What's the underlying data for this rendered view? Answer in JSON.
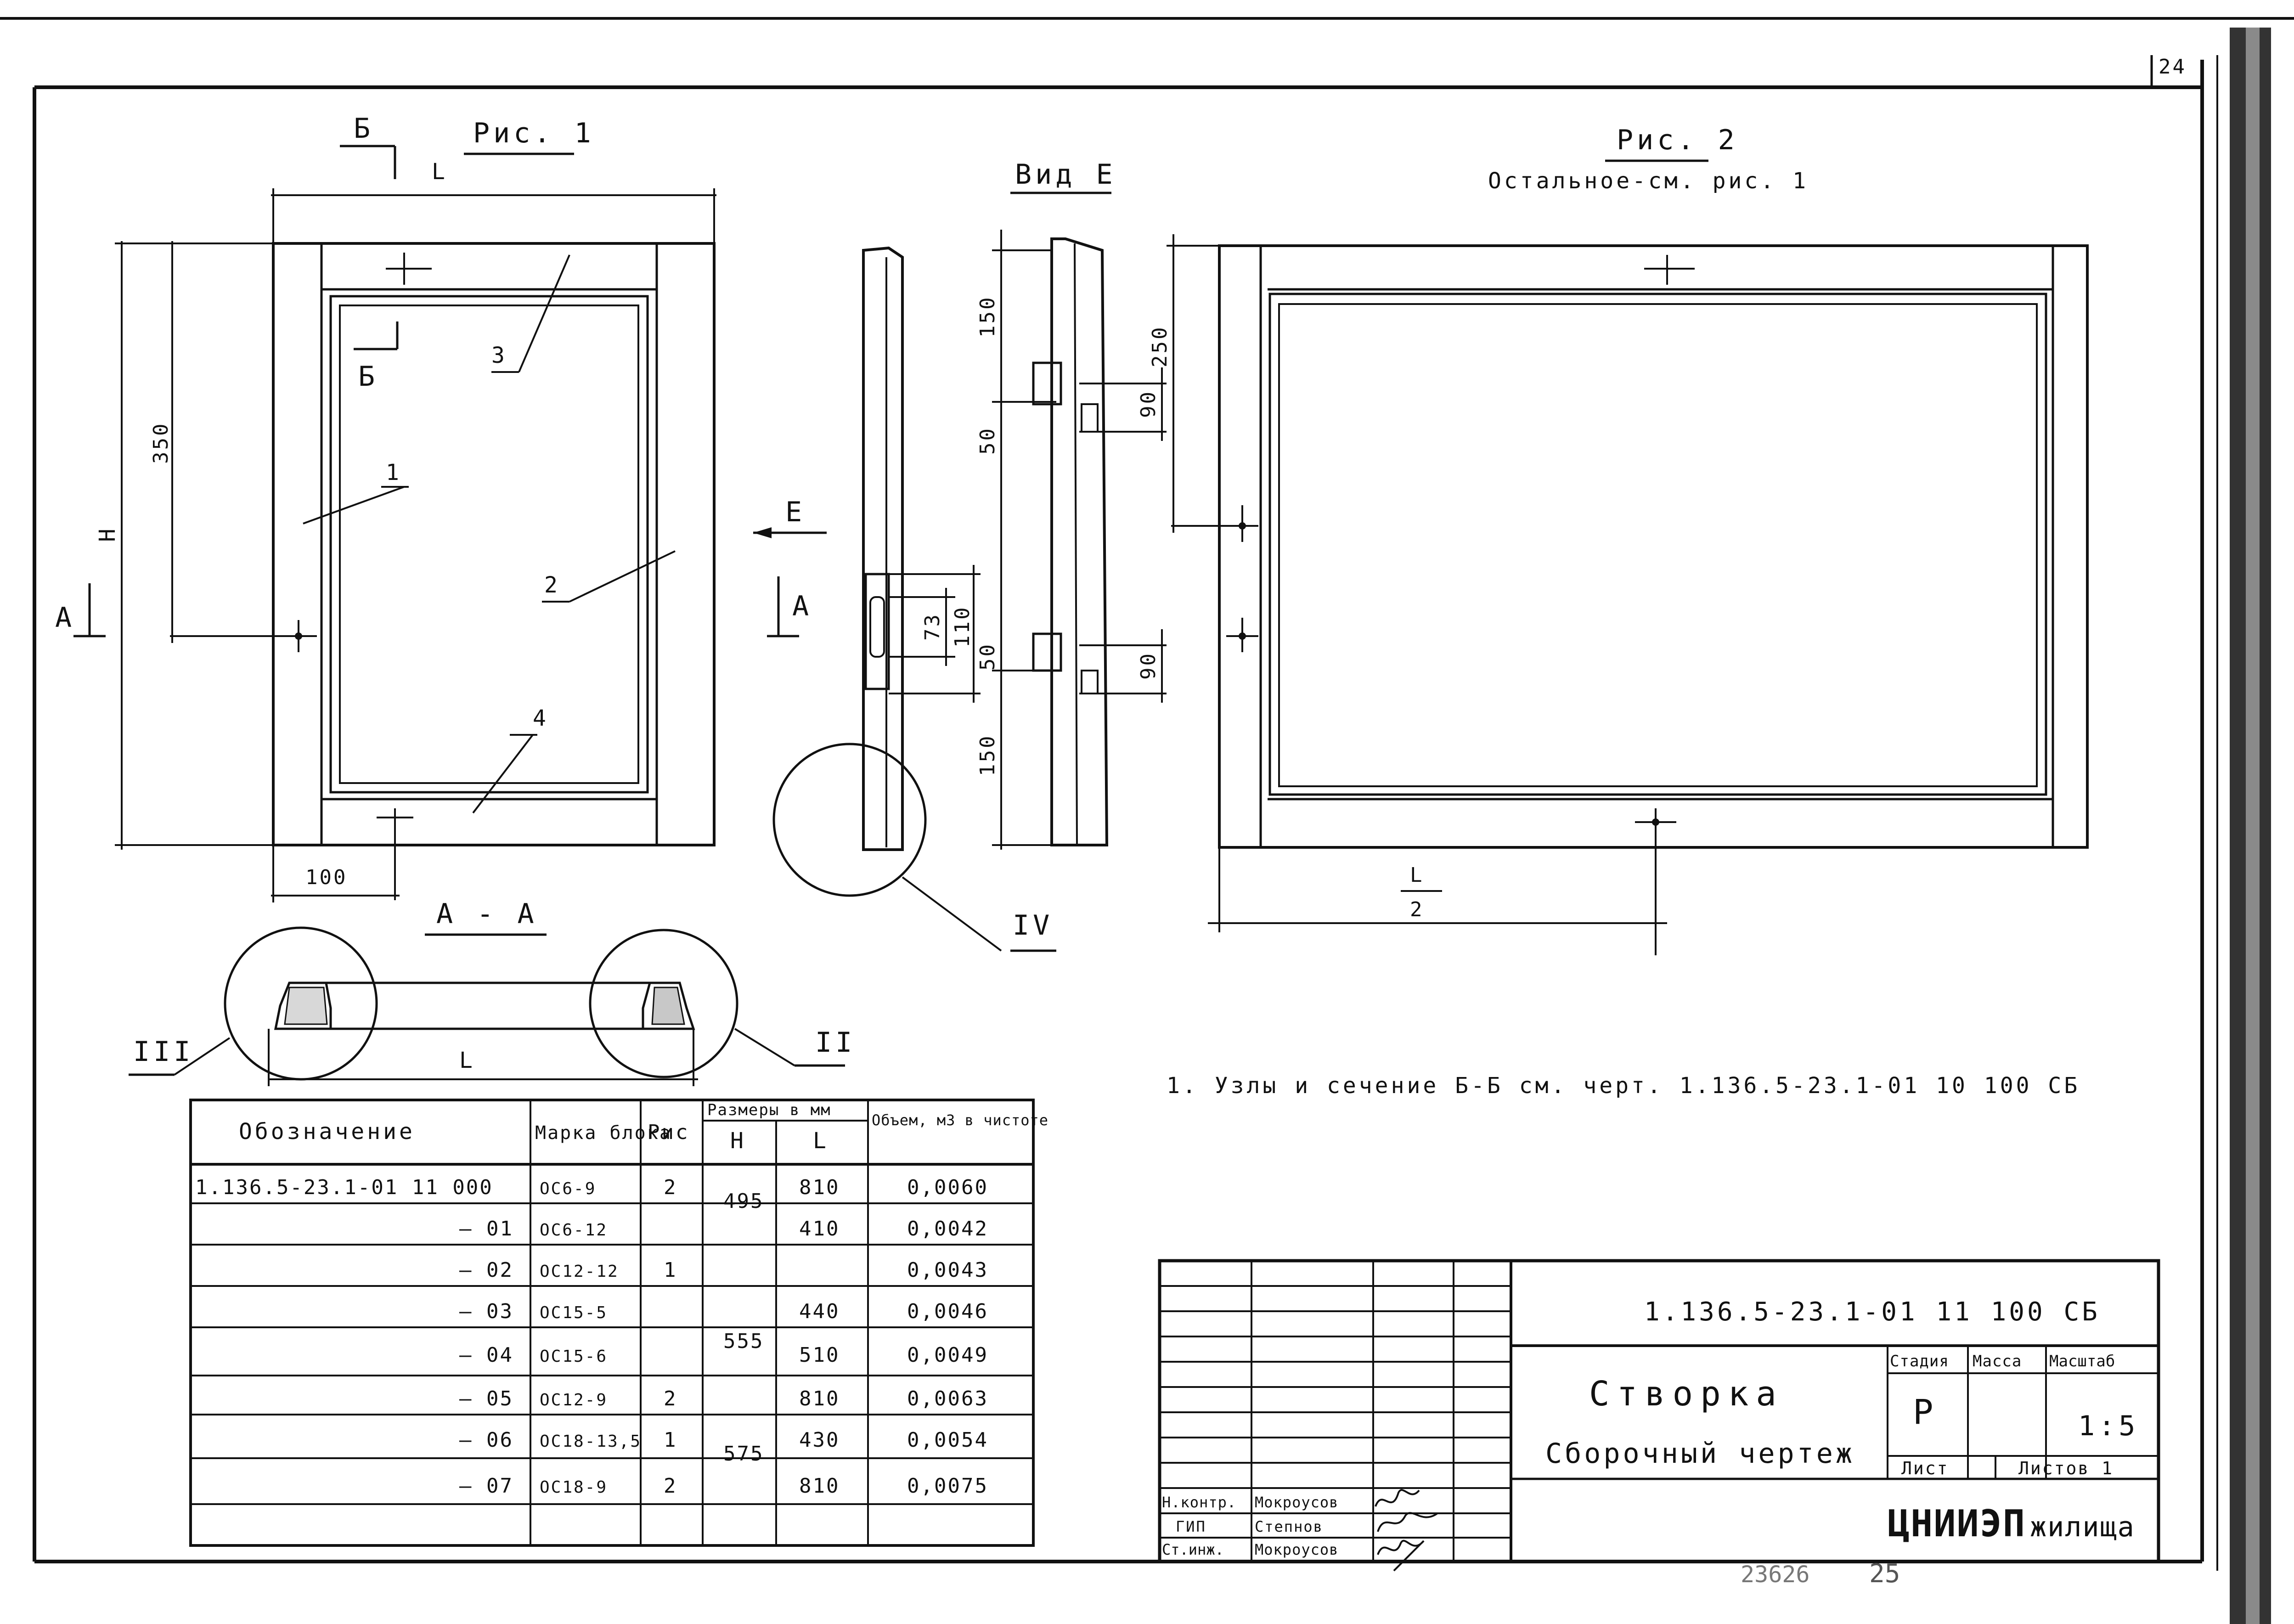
{
  "sheet": {
    "page_number": "24",
    "bottom_numbers": [
      "23626",
      "25"
    ]
  },
  "fig1": {
    "title": "Рис. 1",
    "section_b": "Б",
    "dim_L": "L",
    "dim_H": "H",
    "dim_350": "350",
    "dim_100": "100",
    "section_a": "А",
    "callouts": [
      "1",
      "2",
      "3",
      "4"
    ]
  },
  "view_e": {
    "title": "Вид Е",
    "arrow_label": "Е",
    "section_a": "А",
    "dims": [
      "150",
      "50",
      "90",
      "73",
      "110",
      "50",
      "90",
      "150"
    ],
    "node": "IV"
  },
  "fig2": {
    "title": "Рис. 2",
    "subtitle": "Остальное-см. рис. 1",
    "dim_250": "250",
    "dim_L2_num": "L",
    "dim_L2_den": "2"
  },
  "section_aa": {
    "title": "А - А",
    "dim_L": "L",
    "node_left": "III",
    "node_right": "II"
  },
  "note": "1. Узлы  и сечение  Б-Б  см. черт.  1.136.5-23.1-01 10 100 СБ",
  "spec_table": {
    "headers": {
      "designation": "Обозначение",
      "mark": "Марка блока",
      "fig": "Рис",
      "sizes": "Размеры в мм",
      "h": "H",
      "l": "L",
      "volume": "Объем, м3 в чистоте"
    },
    "rows": [
      {
        "designation": "1.136.5-23.1-01 11 000",
        "mark": "ОС6-9",
        "fig": "2",
        "h": "495",
        "l": "810",
        "volume": "0,0060"
      },
      {
        "designation": "— 01",
        "mark": "ОС6-12",
        "fig": "",
        "h": "",
        "l": "410",
        "volume": "0,0042"
      },
      {
        "designation": "— 02",
        "mark": "ОС12-12",
        "fig": "1",
        "h": "",
        "l": "",
        "volume": "0,0043"
      },
      {
        "designation": "— 03",
        "mark": "ОС15-5",
        "fig": "",
        "h": "",
        "l": "440",
        "volume": "0,0046"
      },
      {
        "designation": "— 04",
        "mark": "ОС15-6",
        "fig": "",
        "h": "555",
        "l": "510",
        "volume": "0,0049"
      },
      {
        "designation": "— 05",
        "mark": "ОС12-9",
        "fig": "2",
        "h": "",
        "l": "810",
        "volume": "0,0063"
      },
      {
        "designation": "— 06",
        "mark": "ОС18-13,5",
        "fig": "1",
        "h": "575",
        "l": "430",
        "volume": "0,0054"
      },
      {
        "designation": "— 07",
        "mark": "ОС18-9",
        "fig": "2",
        "h": "",
        "l": "810",
        "volume": "0,0075"
      }
    ]
  },
  "title_block": {
    "doc_code": "1.136.5-23.1-01 11 100 СБ",
    "name_line1": "Створка",
    "name_line2": "Сборочный чертеж",
    "stage_label": "Стадия",
    "mass_label": "Масса",
    "scale_label": "Масштаб",
    "stage_value": "Р",
    "scale_value": "1:5",
    "sheet_label": "Лист",
    "sheets_label": "Листов 1",
    "org": "ЦНИИЭП",
    "org_suffix": "жилища",
    "signers": [
      {
        "role": "Н.контр.",
        "name": "Мокроусов"
      },
      {
        "role": "ГИП",
        "name": "Степнов"
      },
      {
        "role": "Ст.инж.",
        "name": "Мокроусов"
      }
    ]
  },
  "colors": {
    "ink": "#111111",
    "paper": "#ffffff"
  }
}
